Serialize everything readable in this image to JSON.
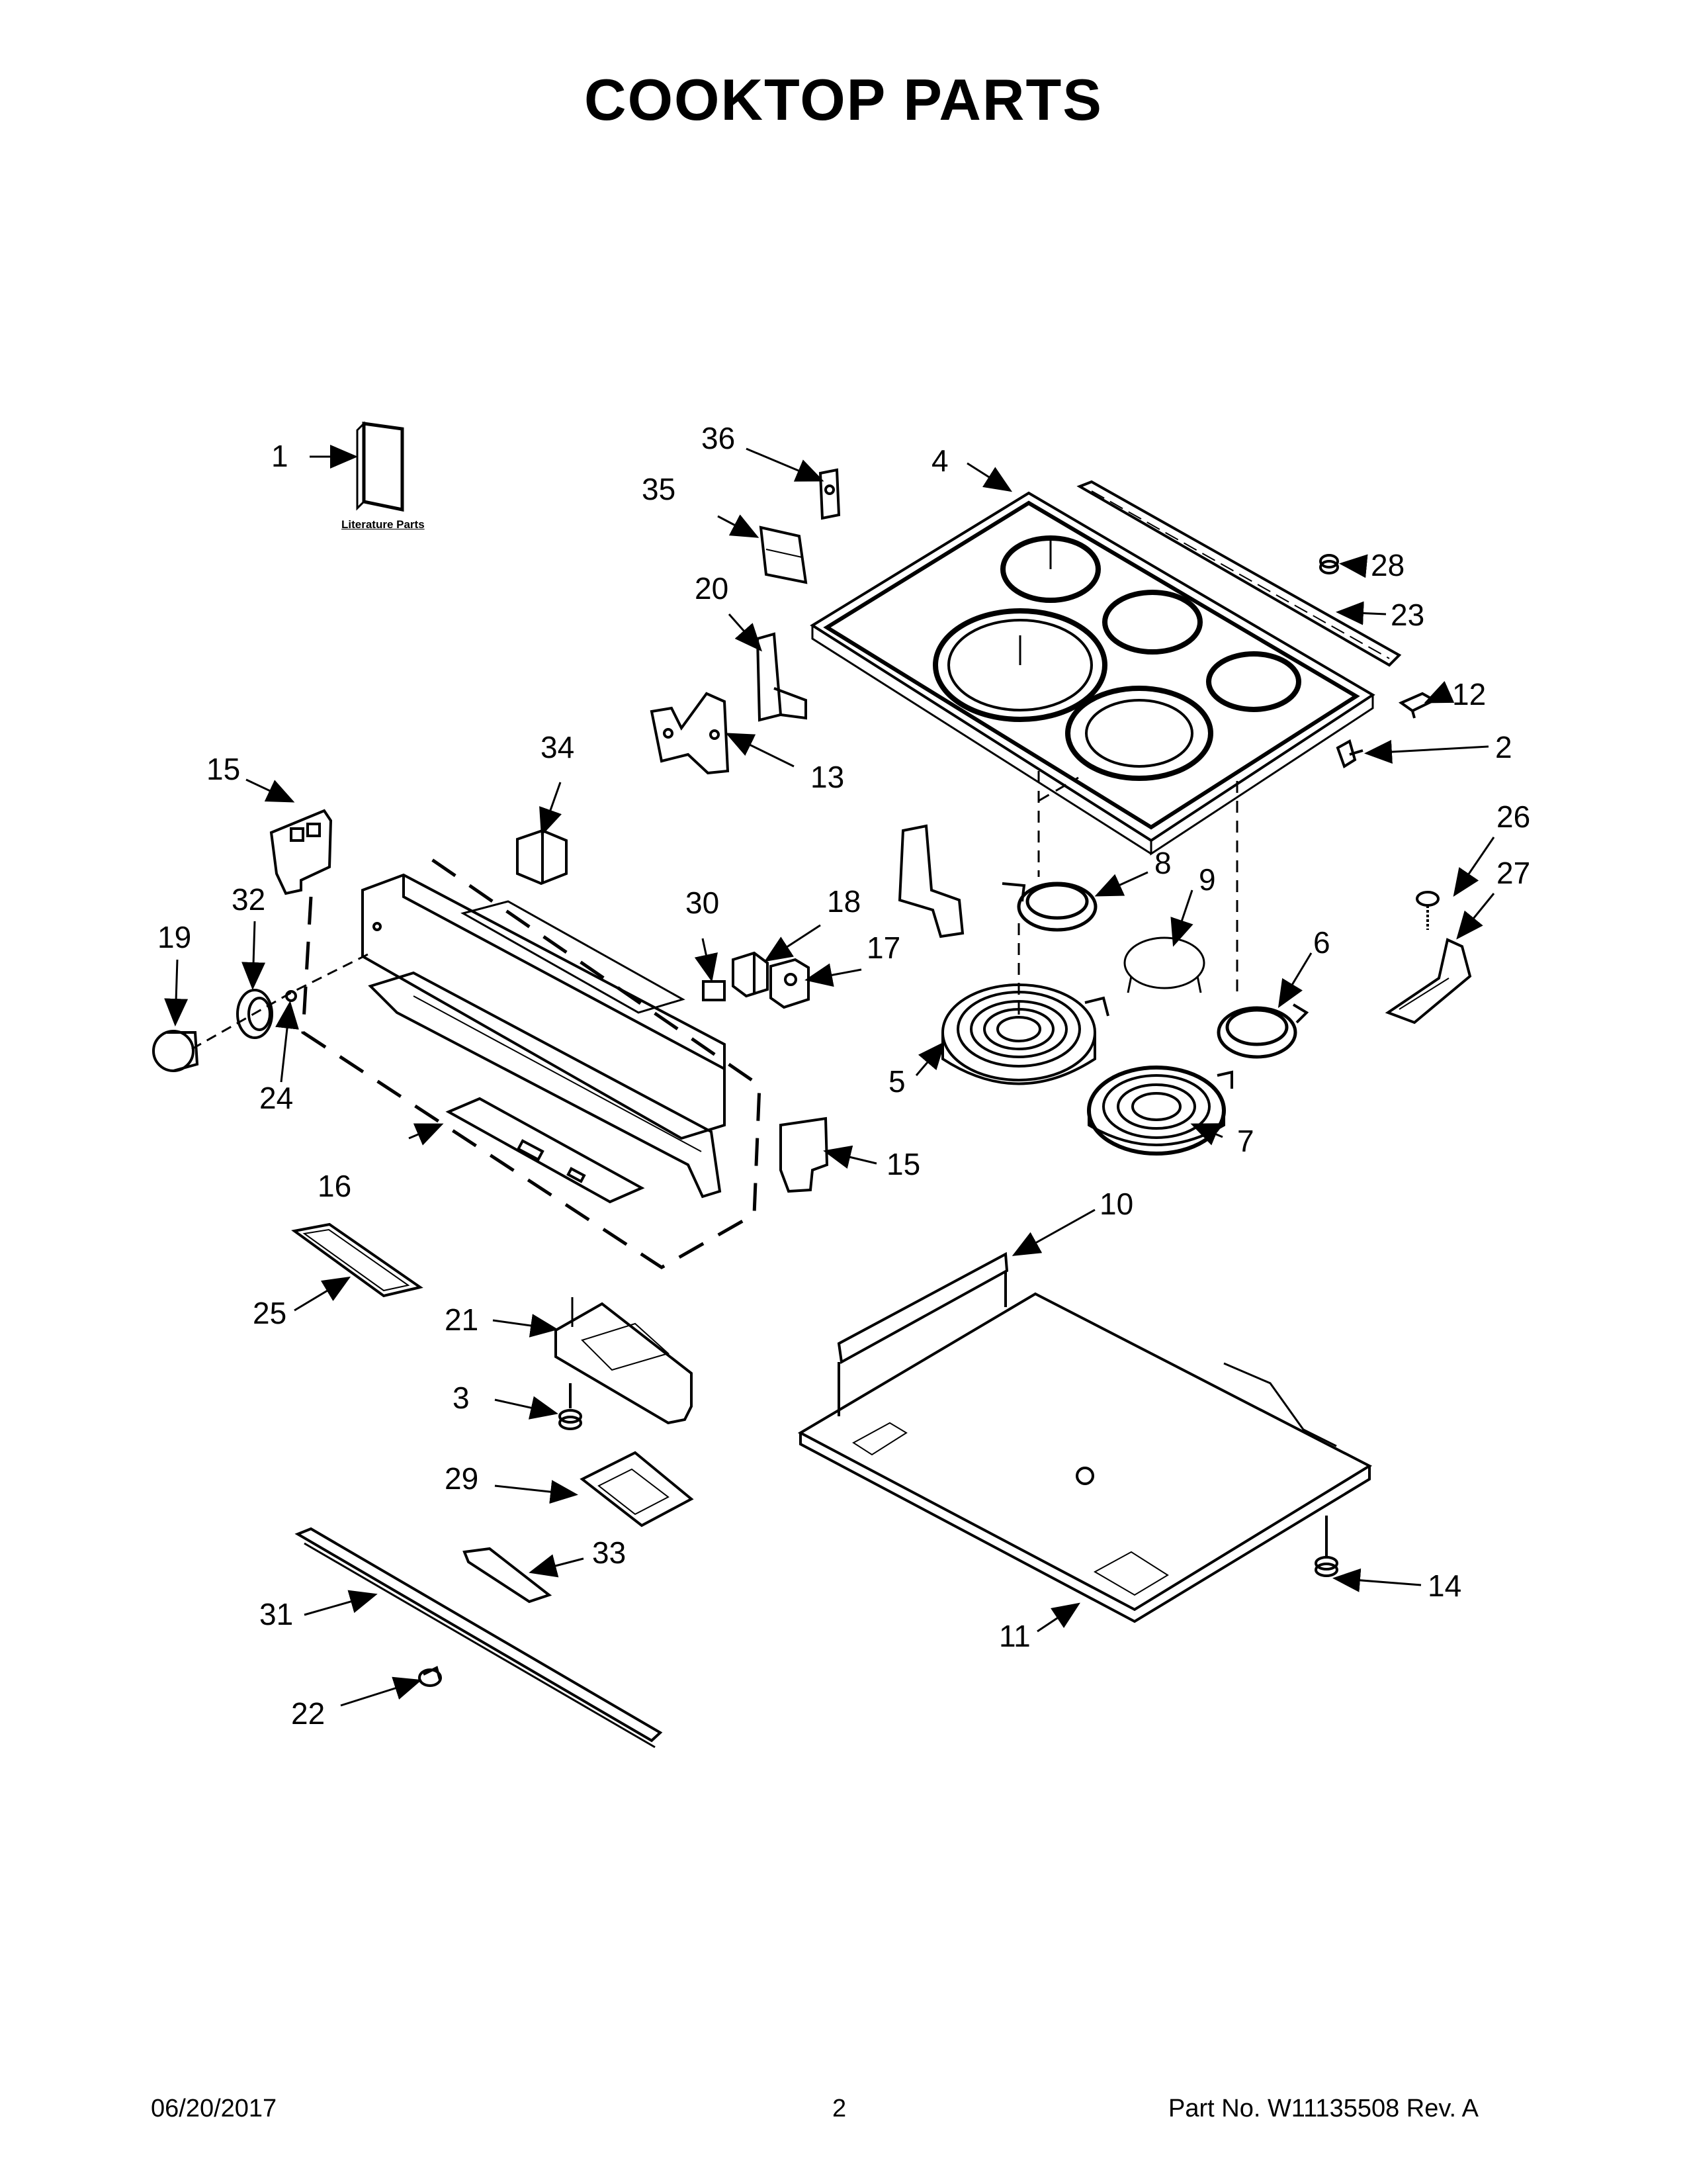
{
  "page": {
    "title": "COOKTOP PARTS",
    "literature_label": "Literature Parts"
  },
  "callouts": [
    "1",
    "2",
    "3",
    "4",
    "5",
    "6",
    "7",
    "8",
    "9",
    "10",
    "11",
    "12",
    "13",
    "14",
    "15",
    "15",
    "16",
    "17",
    "18",
    "19",
    "20",
    "21",
    "22",
    "23",
    "24",
    "25",
    "26",
    "27",
    "28",
    "29",
    "30",
    "31",
    "32",
    "33",
    "34",
    "35",
    "36"
  ],
  "footer": {
    "date": "06/20/2017",
    "page_number": "2",
    "part_number": "Part No.  W11135508  Rev.  A"
  }
}
